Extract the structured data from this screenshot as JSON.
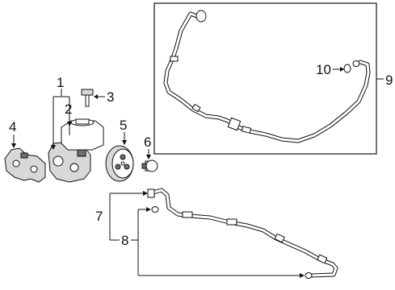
{
  "callouts": {
    "c1": "1",
    "c2": "2",
    "c3": "3",
    "c4": "4",
    "c5": "5",
    "c6": "6",
    "c7": "7",
    "c8": "8",
    "c9": "9",
    "c10": "10"
  },
  "colors": {
    "line": "#111111",
    "shade": "#d8d8d8",
    "background": "#ffffff"
  }
}
